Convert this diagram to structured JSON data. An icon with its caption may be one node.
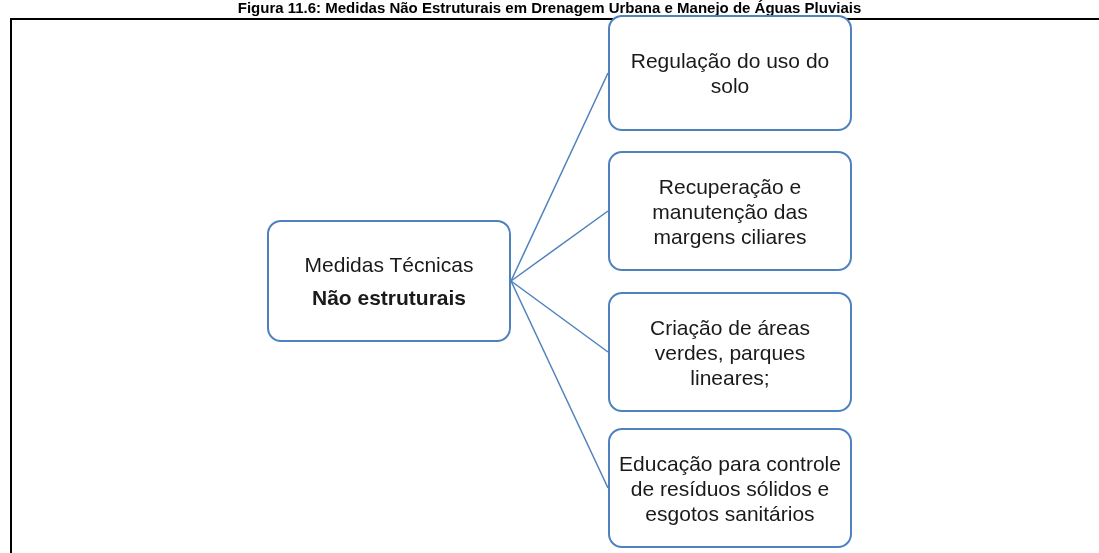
{
  "diagram": {
    "title": "Figura 11.6: Medidas Não Estruturais em Drenagem Urbana e Manejo de Águas Pluviais",
    "nodes": [
      {
        "text": [
          "Medidas Técnicas",
          "Não estruturais"
        ]
      },
      {
        "text": [
          "Regulação do uso do solo"
        ]
      },
      {
        "text": [
          "Recuperação e manutenção das margens ciliares"
        ]
      },
      {
        "text": [
          "Criação de áreas verdes, parques lineares;"
        ]
      },
      {
        "text": [
          "Educação para controle de resíduos sólidos e esgotos sanitários"
        ]
      }
    ],
    "edges": [
      {
        "from": 0,
        "to": 1,
        "arrow": "none"
      },
      {
        "from": 0,
        "to": 2,
        "arrow": "none"
      },
      {
        "from": 0,
        "to": 3,
        "arrow": "none"
      },
      {
        "from": 0,
        "to": 4,
        "arrow": "none"
      }
    ]
  }
}
